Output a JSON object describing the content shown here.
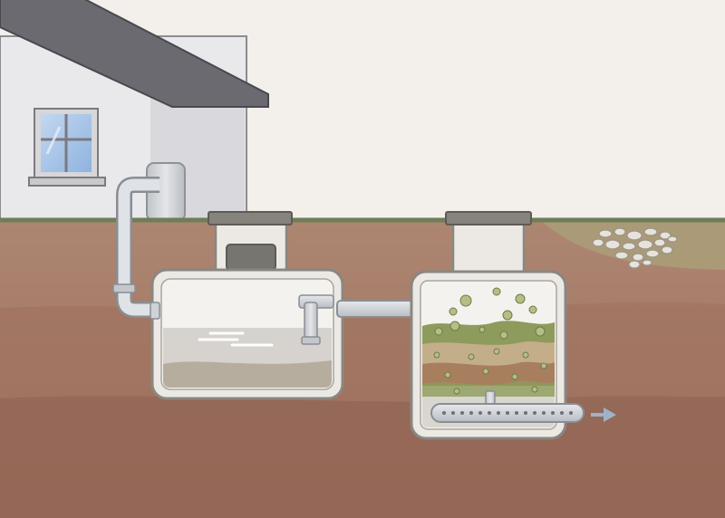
{
  "scene": {
    "components": [
      "house",
      "house-window",
      "house-downspout",
      "house-drain-pipe",
      "septic-tank",
      "septic-tank-access-riser",
      "outlet-tee-baffle",
      "transfer-pipe",
      "filter-tank",
      "filter-tank-access-riser",
      "filter-media-layers",
      "perforated-distribution-pipe",
      "discharge-arrow",
      "gravel-drainage-field"
    ],
    "icons": {
      "discharge": "arrow-right-icon"
    },
    "colors": {
      "sky": "#f3efea",
      "soil": "#a67c68",
      "deep_soil": "#96695a",
      "grass_line": "#6f7d58",
      "house_wall": "#e9e8ea",
      "roof": "#6a6a70",
      "window_glass": "#a9c6e8",
      "tank_shell": "#ece9e4",
      "pipe": "#cfd2d6",
      "settled_water": "#d6d2cd",
      "sludge": "#b7ad9f",
      "biofilm_green": "#8d9b5c",
      "soil_layer": "#a77f5e",
      "discharge_arrow": "#9fb2c8"
    }
  }
}
